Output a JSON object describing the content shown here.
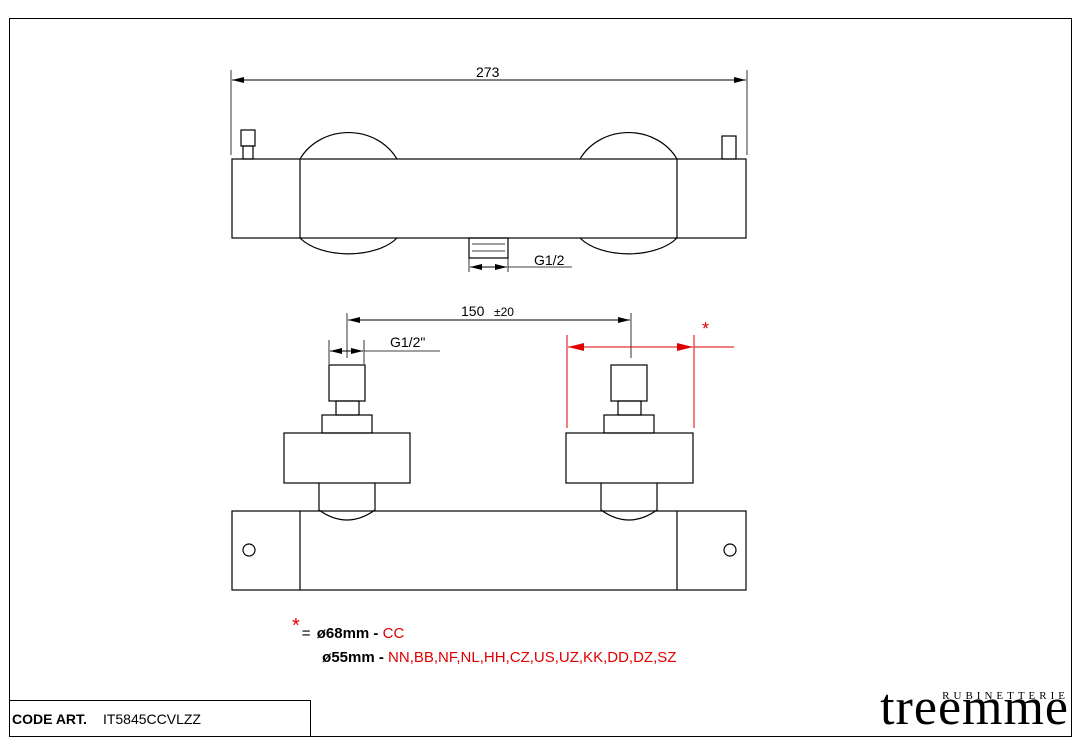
{
  "dimensions": {
    "overall_width": "273",
    "outlet_thread": "G1/2",
    "inlet_spacing": "150",
    "inlet_tolerance": "±20",
    "inlet_thread": "G1/2\"",
    "marker": "*"
  },
  "legend": {
    "star": "*",
    "equals": "=",
    "row1_diameter": "ø68mm",
    "row1_sep": " - ",
    "row1_codes": "CC",
    "row2_diameter": "ø55mm",
    "row2_sep": " - ",
    "row2_codes": "NN,BB,NF,NL,HH,CZ,US,UZ,KK,DD,DZ,SZ"
  },
  "title_block": {
    "code_label": "CODE ART.",
    "code_value": "IT5845CCVLZZ"
  },
  "brand": {
    "subtitle": "RUBINETTERIE",
    "name": "treemme"
  },
  "colors": {
    "line": "#000000",
    "highlight": "#e00000"
  }
}
